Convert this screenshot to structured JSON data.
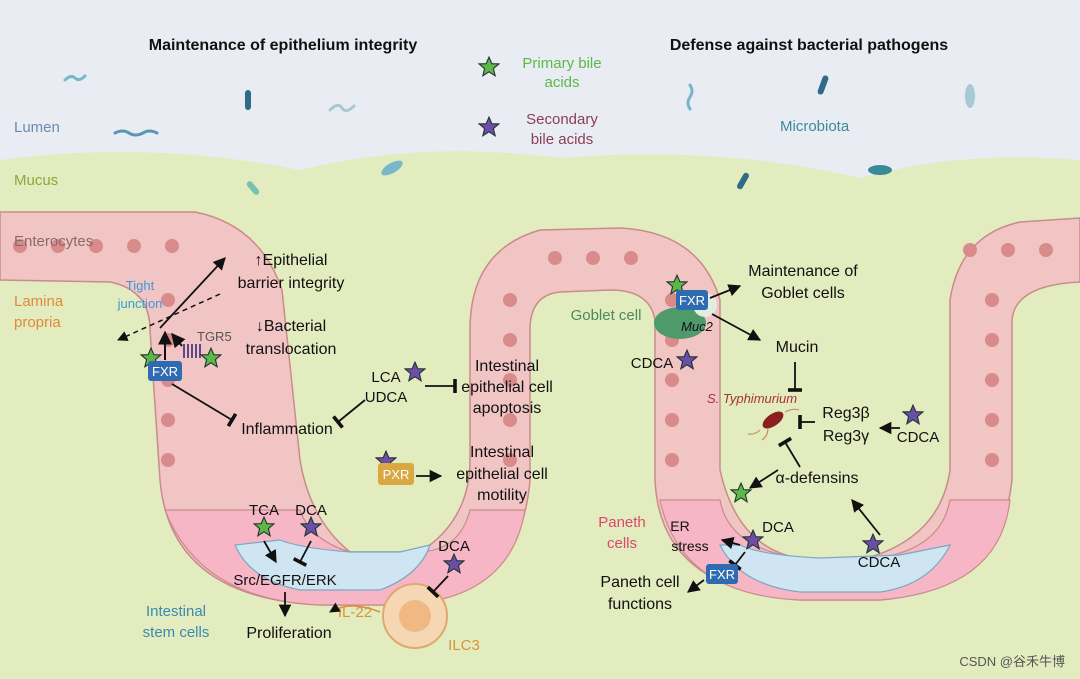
{
  "titles": {
    "left": "Maintenance of epithelium integrity",
    "right": "Defense against bacterial pathogens"
  },
  "legend": {
    "primary_line1": "Primary bile",
    "primary_line2": "acids",
    "secondary_line1": "Secondary",
    "secondary_line2": "bile acids",
    "primary_color": "#5cb847",
    "secondary_color": "#6b4fa6"
  },
  "layers": {
    "lumen": "Lumen",
    "mucus": "Mucus",
    "enterocytes": "Enterocytes",
    "lamina_line1": "Lamina",
    "lamina_line2": "propria",
    "microbiota": "Microbiota"
  },
  "left_panel": {
    "tight_line1": "Tight",
    "tight_line2": "junction",
    "tgr5": "TGR5",
    "fxr": "FXR",
    "barrier_line1": "↑Epithelial",
    "barrier_line2": "barrier integrity",
    "bacterial_line1": "↓Bacterial",
    "bacterial_line2": "translocation",
    "inflammation": "Inflammation",
    "lca": "LCA",
    "udca": "UDCA",
    "apoptosis_line1": "Intestinal",
    "apoptosis_line2": "epithelial cell",
    "apoptosis_line3": "apoptosis",
    "pxr": "PXR",
    "motility_line1": "Intestinal",
    "motility_line2": "epithelial cell",
    "motility_line3": "motility",
    "tca": "TCA",
    "dca1": "DCA",
    "dca2": "DCA",
    "src": "Src/EGFR/ERK",
    "il22": "IL-22",
    "proliferation": "Proliferation",
    "ilc3": "ILC3",
    "stem_line1": "Intestinal",
    "stem_line2": "stem cells"
  },
  "right_panel": {
    "goblet": "Goblet cell",
    "fxr1": "FXR",
    "muc2": "Muc2",
    "cdca1": "CDCA",
    "maint_line1": "Maintenance of",
    "maint_line2": "Goblet cells",
    "mucin": "Mucin",
    "styph": "S. Typhimurium",
    "reg3b": "Reg3β",
    "reg3g": "Reg3γ",
    "cdca2": "CDCA",
    "adef": "α-defensins",
    "paneth_line1": "Paneth",
    "paneth_line2": "cells",
    "er_line1": "ER",
    "er_line2": "stress",
    "dca": "DCA",
    "fxr2": "FXR",
    "pfunc_line1": "Paneth cell",
    "pfunc_line2": "functions",
    "cdca3": "CDCA"
  },
  "watermark": "CSDN @谷禾牛博"
}
